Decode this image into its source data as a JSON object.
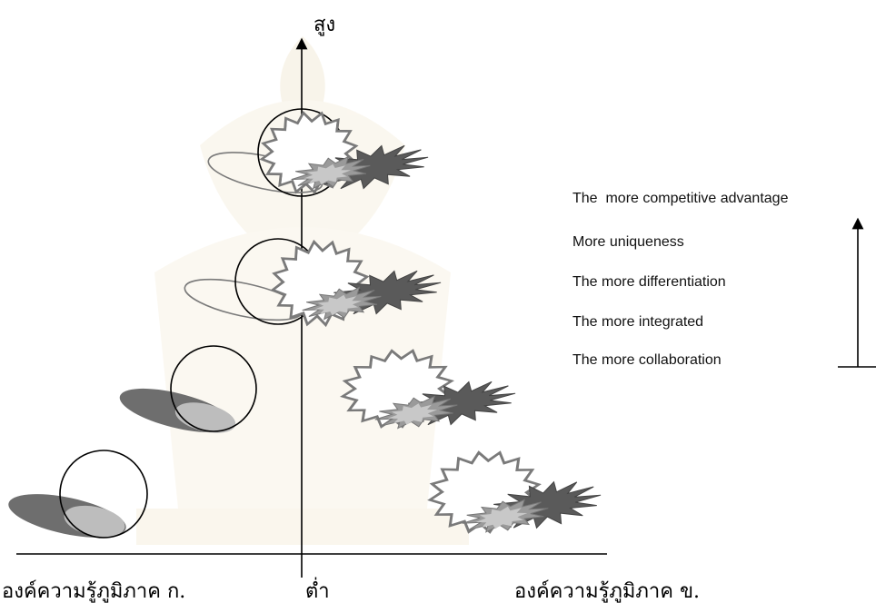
{
  "axis": {
    "y_top_label": "สูง",
    "y_bottom_label": "ต่ำ",
    "x_left_label": "องค์ความรู้ภูมิภาค ก.",
    "x_right_label": "องค์ความรู้ภูมิภาค ข."
  },
  "legend": {
    "items": [
      "The  more competitive advantage",
      "More uniqueness",
      "The more differentiation",
      "The more integrated",
      "The more collaboration"
    ],
    "direction": "up"
  },
  "colors": {
    "line": "#000000",
    "ellipse_dark": "#6e6e6e",
    "ellipse_light": "#bdbdbd",
    "star_outline": "#7a7a7a",
    "star_dark": "#5a5a5a",
    "star_mid": "#9a9a9a",
    "star_light": "#c8c8c8",
    "watermark": "#f4ecd9"
  },
  "stages": [
    {
      "level": 1,
      "circle": "circle-icon",
      "ellipse": "shaded-ellipse",
      "star": "starburst-icon"
    },
    {
      "level": 2,
      "circle": "circle-icon",
      "ellipse": "shaded-ellipse",
      "star": "starburst-icon"
    },
    {
      "level": 3,
      "circle": "circle-icon",
      "ellipse": "outline-ellipse",
      "star": "starburst-icon"
    },
    {
      "level": 4,
      "circle": "circle-icon",
      "ellipse": "outline-ellipse",
      "star": "starburst-icon"
    }
  ]
}
